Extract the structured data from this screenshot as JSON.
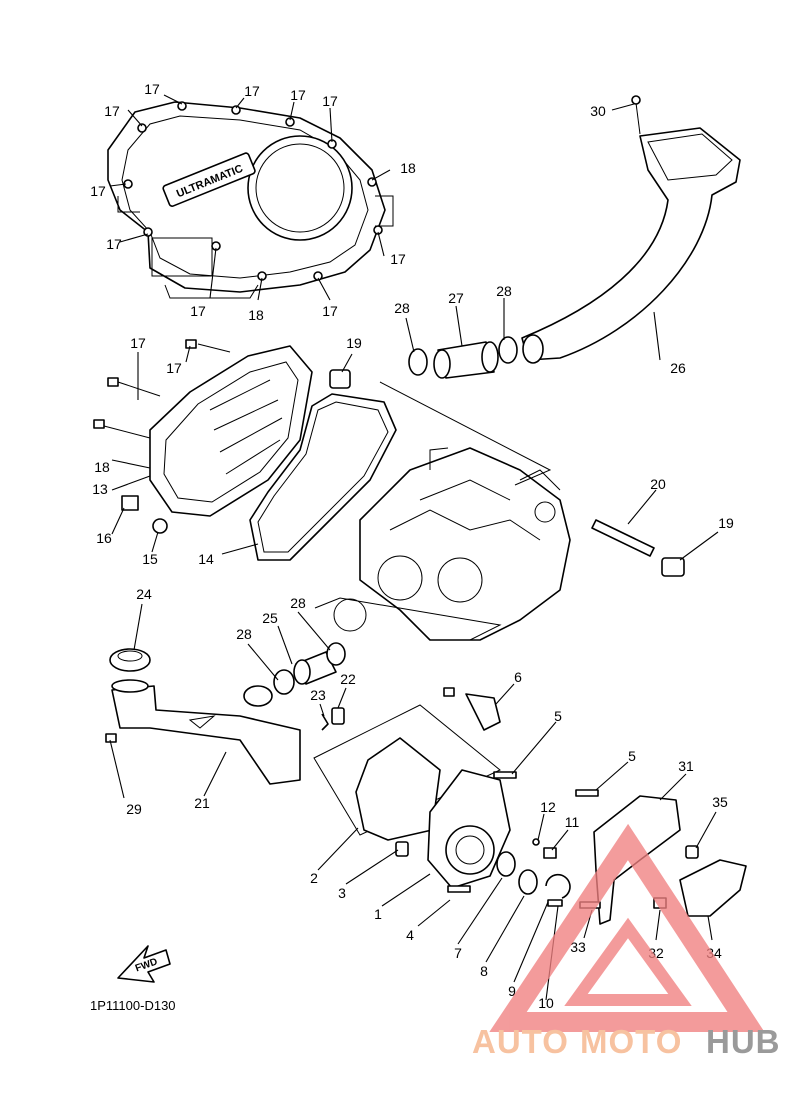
{
  "diagram": {
    "drawing_code": "1P11100-D130",
    "fwd_label": "FWD",
    "cover_brand": "ULTRAMATIC",
    "watermark": {
      "part1": "AUTO",
      "part2": "MOTO",
      "part3": "HUB",
      "accent": "#f08080",
      "accent_light": "#f7c2a0",
      "grey": "#9a9a9a"
    }
  },
  "callouts": [
    {
      "id": "c17a",
      "text": "17"
    },
    {
      "id": "c17b",
      "text": "17"
    },
    {
      "id": "c17c",
      "text": "17"
    },
    {
      "id": "c17d",
      "text": "17"
    },
    {
      "id": "c17e",
      "text": "17"
    },
    {
      "id": "c17f",
      "text": "17"
    },
    {
      "id": "c17g",
      "text": "17"
    },
    {
      "id": "c17h",
      "text": "17"
    },
    {
      "id": "c17i",
      "text": "17"
    },
    {
      "id": "c17j",
      "text": "17"
    },
    {
      "id": "c17k",
      "text": "17"
    },
    {
      "id": "c17l",
      "text": "17"
    },
    {
      "id": "c18a",
      "text": "18"
    },
    {
      "id": "c18b",
      "text": "18"
    },
    {
      "id": "c18c",
      "text": "18"
    },
    {
      "id": "c30",
      "text": "30"
    },
    {
      "id": "c26",
      "text": "26"
    },
    {
      "id": "c28a",
      "text": "28"
    },
    {
      "id": "c27",
      "text": "27"
    },
    {
      "id": "c28b",
      "text": "28"
    },
    {
      "id": "c19a",
      "text": "19"
    },
    {
      "id": "c13",
      "text": "13"
    },
    {
      "id": "c16",
      "text": "16"
    },
    {
      "id": "c15",
      "text": "15"
    },
    {
      "id": "c14",
      "text": "14"
    },
    {
      "id": "c20",
      "text": "20"
    },
    {
      "id": "c19b",
      "text": "19"
    },
    {
      "id": "c24",
      "text": "24"
    },
    {
      "id": "c25",
      "text": "25"
    },
    {
      "id": "c28c",
      "text": "28"
    },
    {
      "id": "c28d",
      "text": "28"
    },
    {
      "id": "c23",
      "text": "23"
    },
    {
      "id": "c22",
      "text": "22"
    },
    {
      "id": "c6",
      "text": "6"
    },
    {
      "id": "c29",
      "text": "29"
    },
    {
      "id": "c21",
      "text": "21"
    },
    {
      "id": "c5a",
      "text": "5"
    },
    {
      "id": "c5b",
      "text": "5"
    },
    {
      "id": "c31",
      "text": "31"
    },
    {
      "id": "c35",
      "text": "35"
    },
    {
      "id": "c12",
      "text": "12"
    },
    {
      "id": "c11",
      "text": "11"
    },
    {
      "id": "c2",
      "text": "2"
    },
    {
      "id": "c3",
      "text": "3"
    },
    {
      "id": "c1",
      "text": "1"
    },
    {
      "id": "c4",
      "text": "4"
    },
    {
      "id": "c7",
      "text": "7"
    },
    {
      "id": "c8",
      "text": "8"
    },
    {
      "id": "c9",
      "text": "9"
    },
    {
      "id": "c10",
      "text": "10"
    },
    {
      "id": "c33",
      "text": "33"
    },
    {
      "id": "c32",
      "text": "32"
    },
    {
      "id": "c34",
      "text": "34"
    }
  ]
}
